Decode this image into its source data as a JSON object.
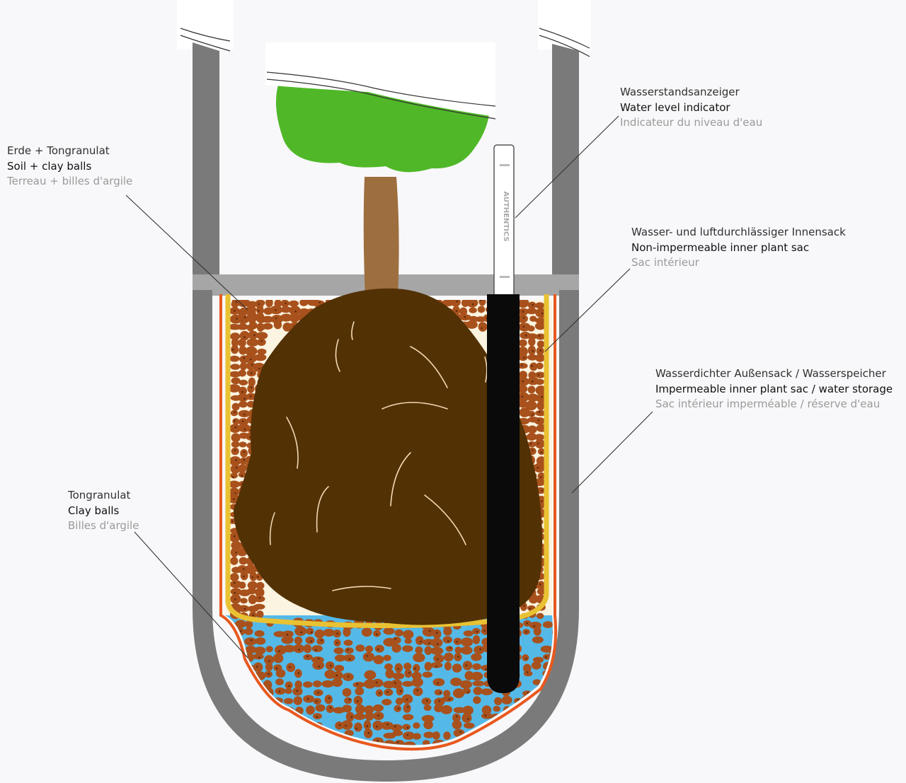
{
  "labels": {
    "soil": {
      "de": "Erde + Tongranulat",
      "en": "Soil + clay balls",
      "fr": "Terreau + billes d'argile"
    },
    "water_level": {
      "de": "Wasserstandsanzeiger",
      "en": "Water level indicator",
      "fr": "Indicateur du niveau d'eau"
    },
    "inner_sac": {
      "de": "Wasser- und luftdurchlässiger Innensack",
      "en": "Non-impermeable inner plant sac",
      "fr": "Sac intérieur"
    },
    "outer_sac": {
      "de": "Wasserdichter Außensack / Wasserspeicher",
      "en": "Impermeable inner plant sac / water storage",
      "fr": "Sac intérieur imperméable / réserve d'eau"
    },
    "clay": {
      "de": "Tongranulat",
      "en": "Clay balls",
      "fr": "Billes d'argile"
    }
  },
  "indicator_brand": "AUTHENTICS",
  "colors": {
    "pot_wall": "#7a7a7a",
    "pot_rim": "#a6a6a6",
    "outer_sac": "#e8581e",
    "inner_sac": "#e9c233",
    "soil_fill": "#fbf4e1",
    "clay_ball": "#a8511c",
    "clay_spot": "#5e2a0c",
    "water": "#55b9e8",
    "root_ball": "#523105",
    "trunk": "#9d6e3e",
    "canopy": "#50b828",
    "indicator": "#0a0a0a"
  },
  "icons": {
    "plant": "tree-icon",
    "indicator": "water-level-indicator-icon"
  }
}
